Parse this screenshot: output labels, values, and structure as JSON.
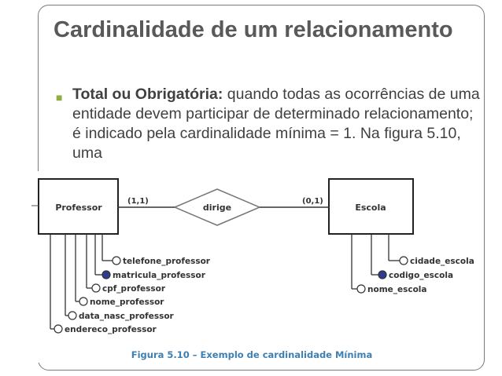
{
  "slide": {
    "title": "Cardinalidade de um relacionamento",
    "bullet": {
      "lead": "Total ou Obrigatória:",
      "text": " quando todas as ocorrências de uma entidade devem participar de determinado relacionamento; é indicado pela cardinalidade mínima = 1. Na figura 5.10, uma"
    }
  },
  "diagram": {
    "entity_left": "Professor",
    "entity_right": "Escola",
    "relationship": "dirige",
    "card_left": "(1,1)",
    "card_right": "(0,1)",
    "left_attributes": [
      {
        "label": "telefone_professor",
        "identifier": false
      },
      {
        "label": "matricula_professor",
        "identifier": true
      },
      {
        "label": "cpf_professor",
        "identifier": false
      },
      {
        "label": "nome_professor",
        "identifier": false
      },
      {
        "label": "data_nasc_professor",
        "identifier": false
      },
      {
        "label": "endereco_professor",
        "identifier": false
      }
    ],
    "right_attributes": [
      {
        "label": "cidade_escola",
        "identifier": false
      },
      {
        "label": "codigo_escola",
        "identifier": true
      },
      {
        "label": "nome_escola",
        "identifier": false
      }
    ],
    "caption": "Figura 5.10 – Exemplo de cardinalidade Mínima",
    "colors": {
      "identifier_fill": "#2f3b8f",
      "caption": "#3d7fb3",
      "bullet": "#8fae3c",
      "title": "#595959"
    }
  }
}
